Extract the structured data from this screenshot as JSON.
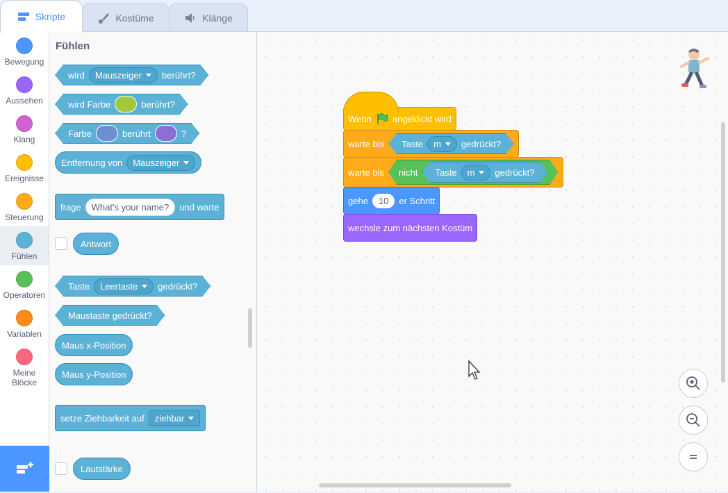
{
  "tabs": [
    {
      "label": "Skripte",
      "icon": "code-icon",
      "active": true
    },
    {
      "label": "Kostüme",
      "icon": "paintbrush-icon",
      "active": false
    },
    {
      "label": "Klänge",
      "icon": "speaker-icon",
      "active": false
    }
  ],
  "categories": [
    {
      "label": "Bewegung",
      "color": "#4c97ff"
    },
    {
      "label": "Aussehen",
      "color": "#9966ff"
    },
    {
      "label": "Klang",
      "color": "#cf63cf"
    },
    {
      "label": "Ereignisse",
      "color": "#ffbf00"
    },
    {
      "label": "Steuerung",
      "color": "#ffab19"
    },
    {
      "label": "Fühlen",
      "color": "#5cb1d6",
      "active": true
    },
    {
      "label": "Operatoren",
      "color": "#59c059"
    },
    {
      "label": "Variablen",
      "color": "#ff8c1a"
    },
    {
      "label": "Meine Blöcke",
      "color": "#ff6680"
    }
  ],
  "flyout": {
    "title": "Fühlen",
    "touching": {
      "pre": "wird",
      "menu": "Mauszeiger",
      "post": "berührt?"
    },
    "touching_color": {
      "pre": "wird Farbe",
      "swatch": "#a1c93b",
      "post": "berührt?"
    },
    "color_touching": {
      "pre": "Farbe",
      "swatch1": "#6c8fd0",
      "mid": "berührt",
      "swatch2": "#8b6fd6",
      "post": "?"
    },
    "distance": {
      "pre": "Entfernung von",
      "menu": "Mauszeiger"
    },
    "ask": {
      "pre": "frage",
      "input": "What's your name?",
      "post": "und warte"
    },
    "answer": "Antwort",
    "key_pressed": {
      "pre": "Taste",
      "menu": "Leertaste",
      "post": "gedrückt?"
    },
    "mouse_down": "Maustaste gedrückt?",
    "mouse_x": "Maus x-Position",
    "mouse_y": "Maus y-Position",
    "drag_mode": {
      "pre": "setze Ziehbarkeit auf",
      "menu": "ziehbar"
    },
    "loudness": "Lautstärke"
  },
  "script": {
    "hat": {
      "pre": "Wenn",
      "post": "angeklickt wird"
    },
    "wait1": {
      "pre": "warte bis",
      "key": "Taste",
      "menu": "m",
      "post": "gedrückt?"
    },
    "wait2": {
      "pre": "warte bis",
      "not": "nicht",
      "key": "Taste",
      "menu": "m",
      "post": "gedrückt?"
    },
    "move": {
      "pre": "gehe",
      "value": "10",
      "post": "er Schritt"
    },
    "costume": "wechsle zum nächsten Kostüm"
  },
  "zoom": {
    "in": "zoom-in-icon",
    "out": "zoom-out-icon",
    "reset": "zoom-reset-icon"
  }
}
